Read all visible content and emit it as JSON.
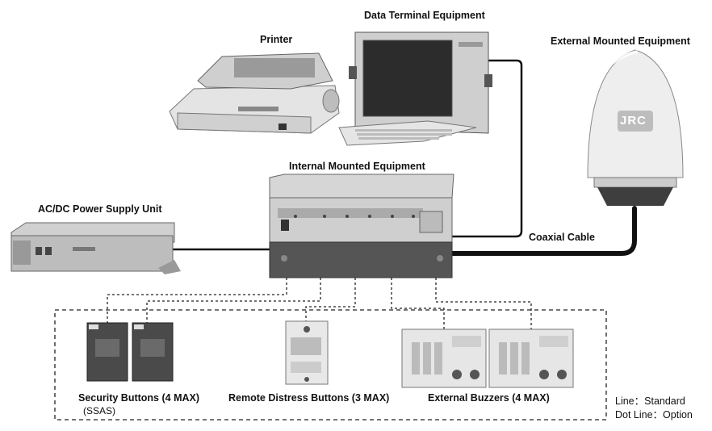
{
  "labels": {
    "data_terminal": "Data Terminal Equipment",
    "printer": "Printer",
    "external_mounted": "External Mounted Equipment",
    "internal_mounted": "Internal Mounted Equipment",
    "power_supply": "AC/DC Power Supply Unit",
    "coaxial_cable": "Coaxial Cable",
    "security_buttons": "Security Buttons (4 MAX)",
    "ssas": "(SSAS)",
    "remote_distress": "Remote Distress Buttons (3 MAX)",
    "external_buzzers": "External Buzzers (4 MAX)",
    "antenna_logo": "JRC",
    "legend_line": "Line：Standard",
    "legend_dot": "Dot Line：Option"
  },
  "colors": {
    "line": "#111111",
    "device_light": "#e6e6e6",
    "device_mid": "#bdbdbd",
    "device_dark": "#4a4a4a",
    "screen": "#2c2c2c",
    "antenna": "#eeeeee"
  },
  "icons": [
    "printer-icon",
    "terminal-icon",
    "antenna-icon",
    "transceiver-icon",
    "power-supply-icon",
    "security-button-icon",
    "distress-button-icon",
    "buzzer-icon"
  ]
}
